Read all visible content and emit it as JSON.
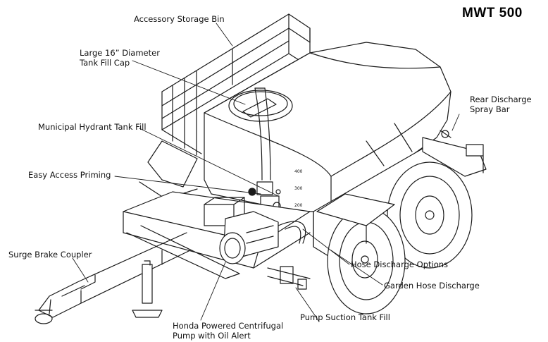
{
  "title": "MWT 500",
  "labels": {
    "accessory_storage_bin": "Accessory Storage Bin",
    "fill_cap_line1": "Large 16” Diameter",
    "fill_cap_line2": "Tank Fill Cap",
    "rear_spray_line1": "Rear Discharge",
    "rear_spray_line2": "Spray Bar",
    "hydrant_fill": "Municipal Hydrant Tank Fill",
    "priming": "Easy Access Priming",
    "surge_brake": "Surge Brake Coupler",
    "hose_discharge": "Hose Discharge Options",
    "garden_hose": "Garden Hose Discharge",
    "pump_suction": "Pump Suction Tank Fill",
    "pump_line1": "Honda Powered Centrifugal",
    "pump_line2": "Pump with Oil Alert"
  },
  "tank_gauge": [
    "400",
    "300",
    "200"
  ]
}
